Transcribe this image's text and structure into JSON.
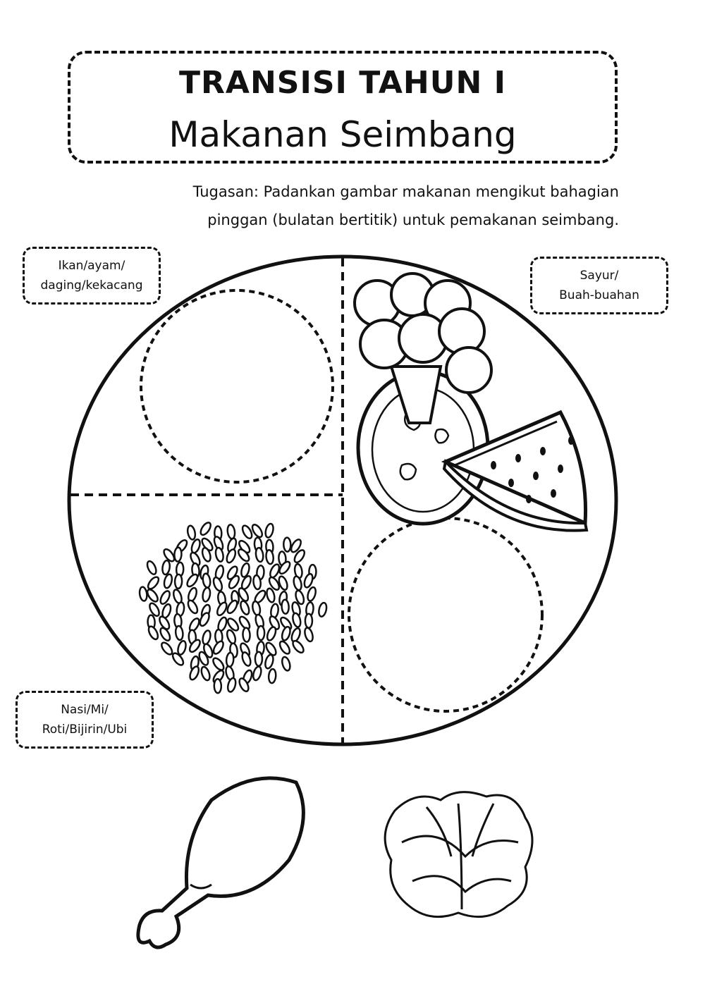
{
  "header": {
    "title": "TRANSISI TAHUN I",
    "subtitle": "Makanan Seimbang"
  },
  "instruction": {
    "line1": "Tugasan: Padankan gambar makanan mengikut bahagian",
    "line2": "pinggan (bulatan bertitik) untuk  pemakanan seimbang."
  },
  "labels": {
    "protein": {
      "line1": "Ikan/ayam/",
      "line2": "daging/kekacang"
    },
    "vegetables": {
      "line1": "Sayur/",
      "line2": "Buah-buahan"
    },
    "carbs": {
      "line1": "Nasi/Mi/",
      "line2": "Roti/Bijirin/Ubi"
    }
  },
  "images": {
    "plate": "plate-icon",
    "rice": "rice-icon",
    "broccoli": "broccoli-icon",
    "tomato": "tomato-icon",
    "watermelon": "watermelon-icon",
    "chicken": "chicken-drumstick-icon",
    "lettuce": "lettuce-icon"
  }
}
